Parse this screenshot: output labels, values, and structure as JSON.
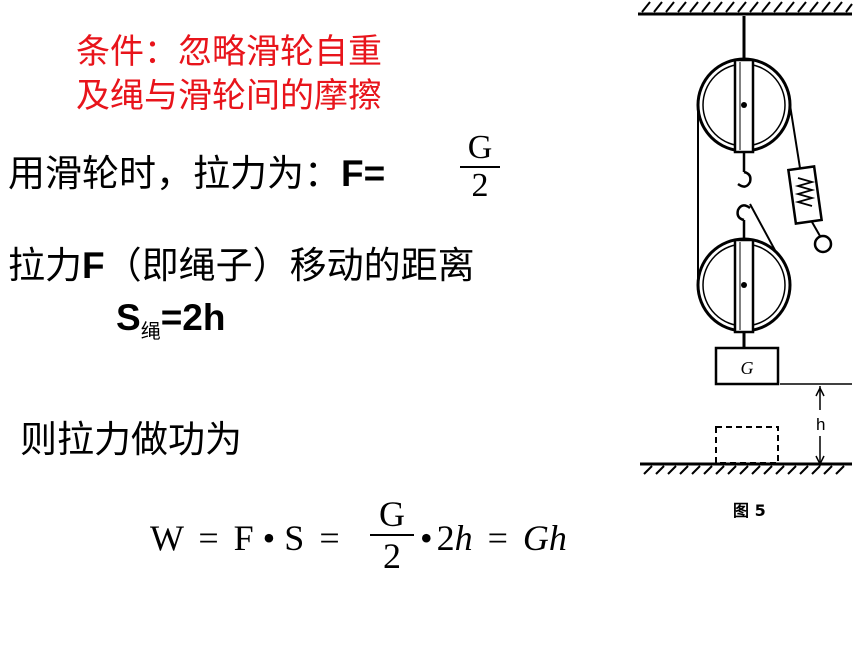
{
  "condition": {
    "line1": "条件：忽略滑轮自重",
    "line2": "及绳与滑轮间的摩擦"
  },
  "force": {
    "text": "用滑轮时，拉力为：",
    "lhs": "F=",
    "num": "G",
    "den": "2"
  },
  "distance": {
    "text_pre": "拉力",
    "text_f": "F",
    "text_post": "（即绳子）移动的距离",
    "s": "S",
    "sub": "绳",
    "rhs": "=2h"
  },
  "work_text": "则拉力做功为",
  "formula": {
    "w": "W",
    "eq1": "=",
    "f": "F",
    "dot1": "•",
    "s": "S",
    "eq2": "=",
    "num": "G",
    "den": "2",
    "dot2": "•",
    "two": "2",
    "h": "h",
    "eq3": "=",
    "gh": "Gh"
  },
  "figure": {
    "weight_label": "G",
    "height_label": "h",
    "caption": "图 5"
  }
}
